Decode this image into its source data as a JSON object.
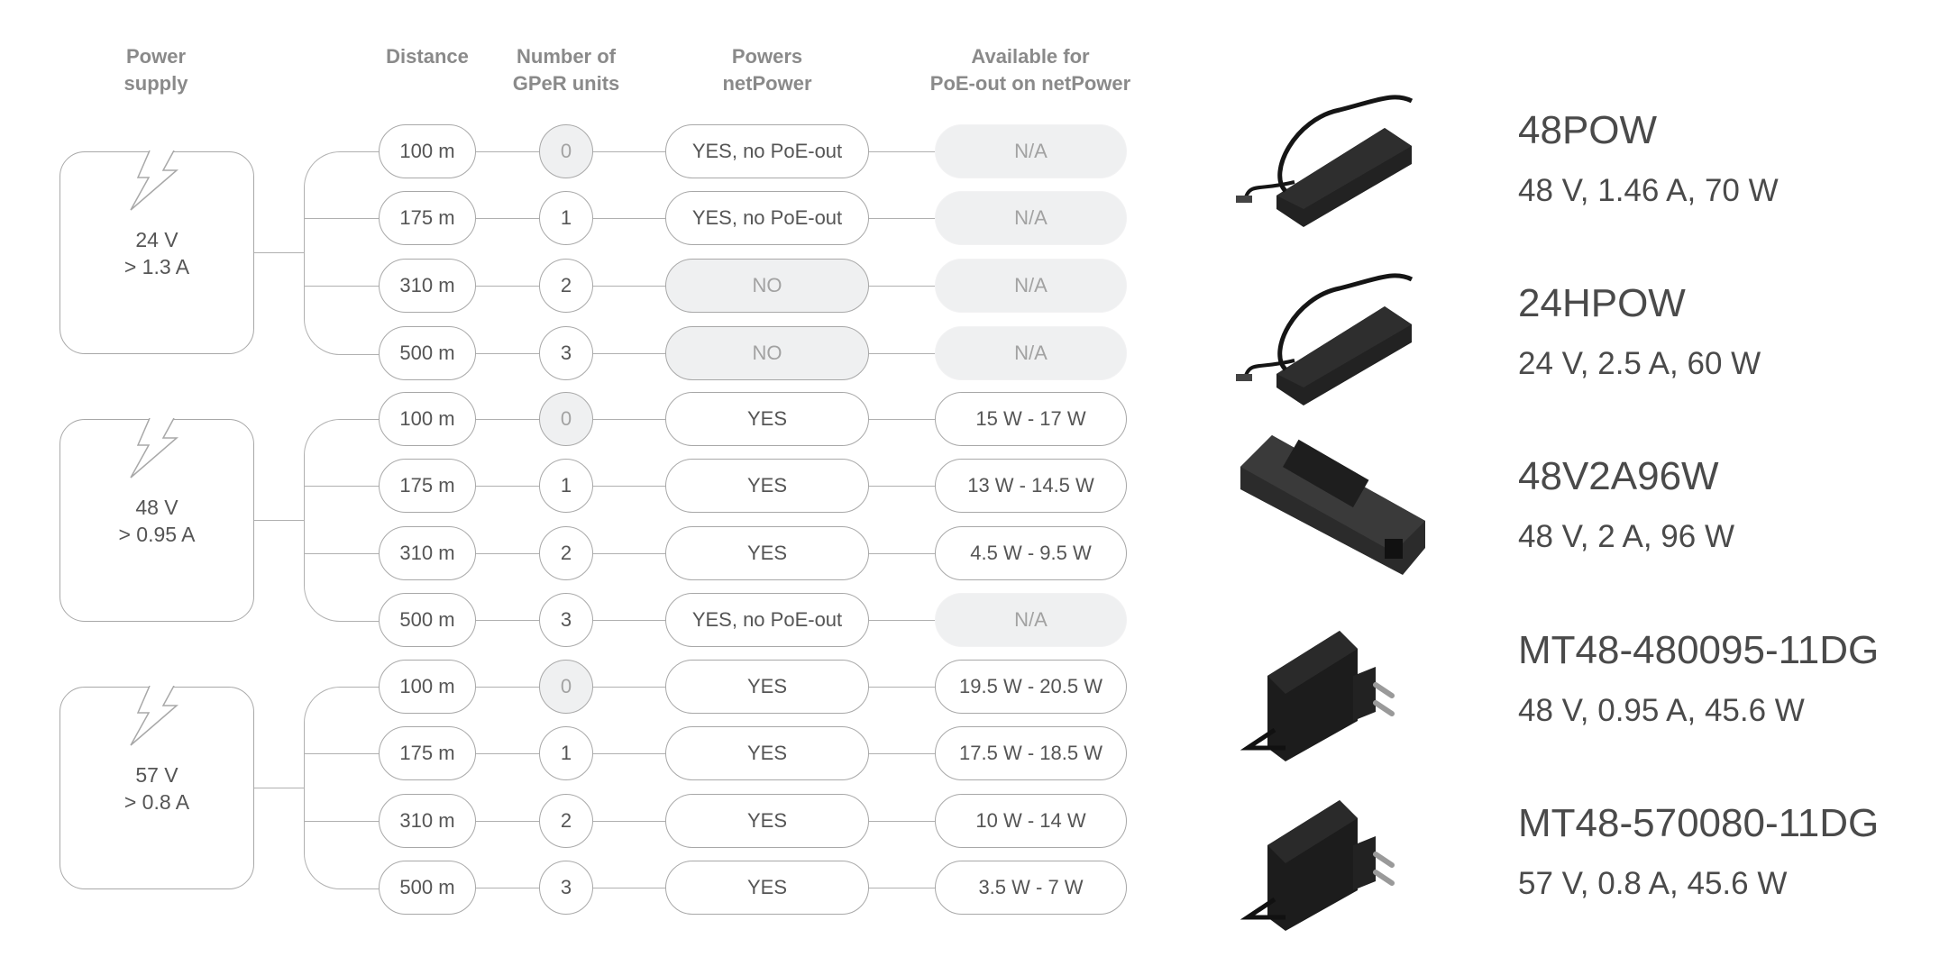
{
  "headers": {
    "power_supply": [
      "Power",
      "supply"
    ],
    "distance": [
      "Distance"
    ],
    "gper_units": [
      "Number of",
      "GPeR units"
    ],
    "powers_netpower": [
      "Powers",
      "netPower"
    ],
    "available_poe_out": [
      "Available for",
      "PoE-out on netPower"
    ]
  },
  "colors": {
    "border": "#a8a8a8",
    "disabled_fill": "#eff0f1",
    "text": "#555555",
    "disabled_text": "#a2a2a2",
    "header_text": "#8a8a8a"
  },
  "groups": [
    {
      "voltage": "24 V",
      "current": "> 1.3 A",
      "rows": [
        {
          "distance": "100 m",
          "units": "0",
          "units_disabled": true,
          "powers": "YES, no PoE-out",
          "powers_disabled": false,
          "available": "N/A",
          "available_disabled": true
        },
        {
          "distance": "175 m",
          "units": "1",
          "units_disabled": false,
          "powers": "YES, no PoE-out",
          "powers_disabled": false,
          "available": "N/A",
          "available_disabled": true
        },
        {
          "distance": "310 m",
          "units": "2",
          "units_disabled": false,
          "powers": "NO",
          "powers_disabled": true,
          "available": "N/A",
          "available_disabled": true
        },
        {
          "distance": "500 m",
          "units": "3",
          "units_disabled": false,
          "powers": "NO",
          "powers_disabled": true,
          "available": "N/A",
          "available_disabled": true
        }
      ]
    },
    {
      "voltage": "48 V",
      "current": "> 0.95 A",
      "rows": [
        {
          "distance": "100 m",
          "units": "0",
          "units_disabled": true,
          "powers": "YES",
          "powers_disabled": false,
          "available": "15 W - 17 W",
          "available_disabled": false
        },
        {
          "distance": "175 m",
          "units": "1",
          "units_disabled": false,
          "powers": "YES",
          "powers_disabled": false,
          "available": "13 W - 14.5 W",
          "available_disabled": false
        },
        {
          "distance": "310 m",
          "units": "2",
          "units_disabled": false,
          "powers": "YES",
          "powers_disabled": false,
          "available": "4.5 W - 9.5 W",
          "available_disabled": false
        },
        {
          "distance": "500 m",
          "units": "3",
          "units_disabled": false,
          "powers": "YES, no PoE-out",
          "powers_disabled": false,
          "available": "N/A",
          "available_disabled": true
        }
      ]
    },
    {
      "voltage": "57 V",
      "current": "> 0.8 A",
      "rows": [
        {
          "distance": "100 m",
          "units": "0",
          "units_disabled": true,
          "powers": "YES",
          "powers_disabled": false,
          "available": "19.5 W - 20.5 W",
          "available_disabled": false
        },
        {
          "distance": "175 m",
          "units": "1",
          "units_disabled": false,
          "powers": "YES",
          "powers_disabled": false,
          "available": "17.5 W - 18.5 W",
          "available_disabled": false
        },
        {
          "distance": "310 m",
          "units": "2",
          "units_disabled": false,
          "powers": "YES",
          "powers_disabled": false,
          "available": "10 W - 14 W",
          "available_disabled": false
        },
        {
          "distance": "500 m",
          "units": "3",
          "units_disabled": false,
          "powers": "YES",
          "powers_disabled": false,
          "available": "3.5 W - 7 W",
          "available_disabled": false
        }
      ]
    }
  ],
  "products": [
    {
      "name": "48POW",
      "spec": "48 V, 1.46 A, 70 W",
      "image": "desktop-power-adapter-with-cable"
    },
    {
      "name": "24HPOW",
      "spec": "24 V, 2.5 A, 60 W",
      "image": "desktop-power-adapter-with-cable"
    },
    {
      "name": "48V2A96W",
      "spec": "48 V, 2 A, 96 W",
      "image": "desktop-power-brick-iec"
    },
    {
      "name": "MT48-480095-11DG",
      "spec": "48 V, 0.95 A, 45.6 W",
      "image": "wall-plug-adapter-eu"
    },
    {
      "name": "MT48-570080-11DG",
      "spec": "57 V, 0.8 A, 45.6 W",
      "image": "wall-plug-adapter-eu"
    }
  ]
}
